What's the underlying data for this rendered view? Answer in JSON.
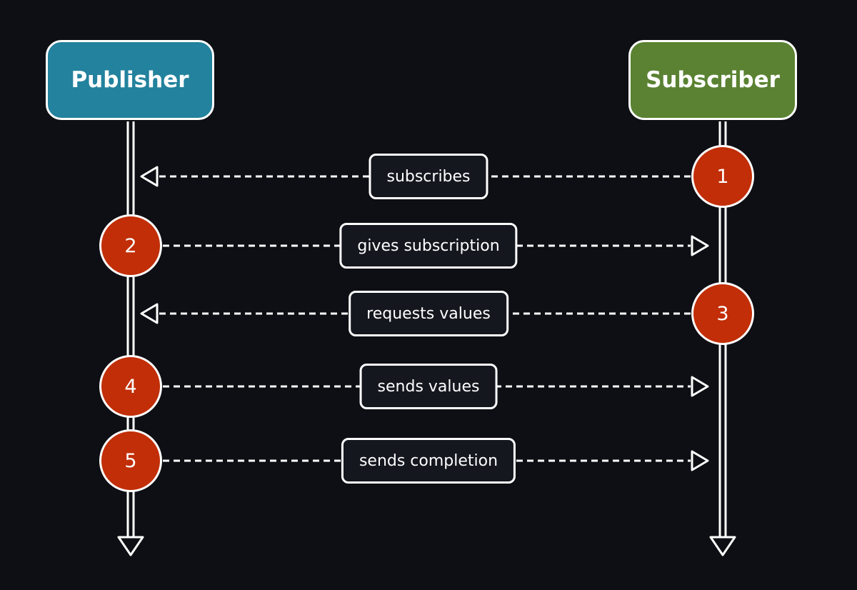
{
  "colors": {
    "background": "#0e0f14",
    "publisher": "#23829d",
    "subscriber": "#5a8232",
    "step_badge": "#c12e07",
    "label_fill": "#15171f",
    "line": "#ffffff"
  },
  "actors": {
    "publisher": {
      "label": "Publisher"
    },
    "subscriber": {
      "label": "Subscriber"
    }
  },
  "messages": [
    {
      "step": "1",
      "label": "subscribes",
      "from": "subscriber",
      "to": "publisher"
    },
    {
      "step": "2",
      "label": "gives subscription",
      "from": "publisher",
      "to": "subscriber"
    },
    {
      "step": "3",
      "label": "requests values",
      "from": "subscriber",
      "to": "publisher"
    },
    {
      "step": "4",
      "label": "sends values",
      "from": "publisher",
      "to": "subscriber"
    },
    {
      "step": "5",
      "label": "sends completion",
      "from": "publisher",
      "to": "subscriber"
    }
  ]
}
